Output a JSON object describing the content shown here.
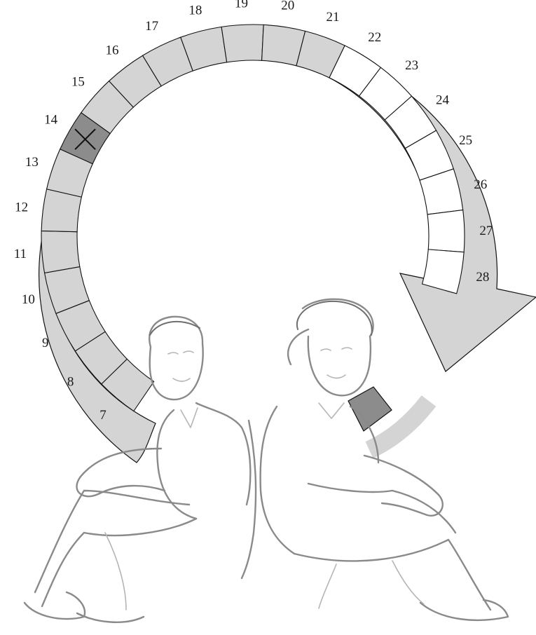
{
  "cycle": {
    "days": [
      {
        "day": "7",
        "state": "shaded"
      },
      {
        "day": "8",
        "state": "shaded"
      },
      {
        "day": "9",
        "state": "shaded"
      },
      {
        "day": "10",
        "state": "shaded"
      },
      {
        "day": "11",
        "state": "shaded"
      },
      {
        "day": "12",
        "state": "shaded"
      },
      {
        "day": "13",
        "state": "shaded"
      },
      {
        "day": "14",
        "state": "marked"
      },
      {
        "day": "15",
        "state": "shaded"
      },
      {
        "day": "16",
        "state": "shaded"
      },
      {
        "day": "17",
        "state": "shaded"
      },
      {
        "day": "18",
        "state": "shaded"
      },
      {
        "day": "19",
        "state": "shaded"
      },
      {
        "day": "20",
        "state": "shaded"
      },
      {
        "day": "21",
        "state": "shaded"
      },
      {
        "day": "22",
        "state": "white"
      },
      {
        "day": "23",
        "state": "white"
      },
      {
        "day": "24",
        "state": "white"
      },
      {
        "day": "25",
        "state": "white"
      },
      {
        "day": "26",
        "state": "white"
      },
      {
        "day": "27",
        "state": "white"
      },
      {
        "day": "28",
        "state": "white"
      }
    ],
    "colors": {
      "band": "#d4d4d4",
      "shaded_cell": "#d4d4d4",
      "marked_cell": "#8c8c8c",
      "white_cell": "#ffffff",
      "outline": "#111111",
      "first_day_cell": "#8c8c8c",
      "tail": "#d4d4d4"
    },
    "marker_icon": "x-mark",
    "illustration": "couple-sitting-back-to-back"
  }
}
